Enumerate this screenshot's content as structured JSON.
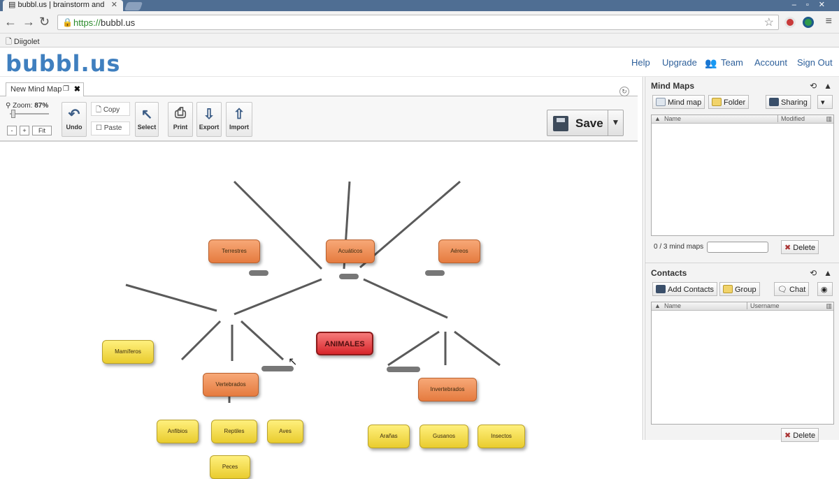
{
  "browser": {
    "tab_title": "bubbl.us | brainstorm and",
    "tab_close": "✕",
    "url_scheme": "https://",
    "url_host": "bubbl.us",
    "bookmark": "Diigolet"
  },
  "header": {
    "logo": "bubbl.us",
    "nav": [
      "Help",
      "Upgrade",
      "Team",
      "Account",
      "Sign Out"
    ]
  },
  "toolbar": {
    "doc_tab": "New Mind Map",
    "zoom_label": "Zoom:",
    "zoom_value": "87%",
    "zoom_minus": "-",
    "zoom_plus": "+",
    "zoom_fit": "Fit",
    "undo": "Undo",
    "copy": "Copy",
    "paste": "Paste",
    "select": "Select",
    "print": "Print",
    "export": "Export",
    "import": "Import",
    "save": "Save"
  },
  "mindmap": {
    "root": "ANIMALES",
    "terrestres": "Terrestres",
    "acuaticos": "Acuáticos",
    "aereos": "Aéreos",
    "vertebrados": "Vertebrados",
    "invertebrados": "Invertebrados",
    "mamiferos": "Mamíferos",
    "anfibios": "Anfibios",
    "reptiles": "Reptiles",
    "aves": "Aves",
    "peces": "Peces",
    "aranas": "Arañas",
    "gusanos": "Gusanos",
    "insectos": "Insectos"
  },
  "mind_maps_panel": {
    "title": "Mind Maps",
    "mind_map_btn": "Mind map",
    "folder_btn": "Folder",
    "sharing_btn": "Sharing",
    "col_name": "Name",
    "col_modified": "Modified",
    "count": "0 / 3 mind maps",
    "delete_btn": "Delete"
  },
  "contacts_panel": {
    "title": "Contacts",
    "add_contacts_btn": "Add Contacts",
    "group_btn": "Group",
    "chat_btn": "Chat",
    "col_name": "Name",
    "col_username": "Username",
    "delete_btn": "Delete"
  },
  "colors": {
    "logo_blue": "#3f7fbf",
    "logo_orange": "#e05a2a",
    "nav_link": "#2d5f9a",
    "node_orange": "#e57b3f",
    "node_yellow": "#e9cc2e",
    "node_red": "#d8262b"
  },
  "icons": [
    "page-icon",
    "lock-icon",
    "star-icon",
    "menu-icon",
    "team-icon",
    "refresh-icon",
    "undo-icon",
    "select-arrow-icon",
    "print-icon",
    "export-icon",
    "import-icon",
    "disk-icon",
    "dropdown-icon",
    "delete-icon",
    "chat-icon"
  ]
}
